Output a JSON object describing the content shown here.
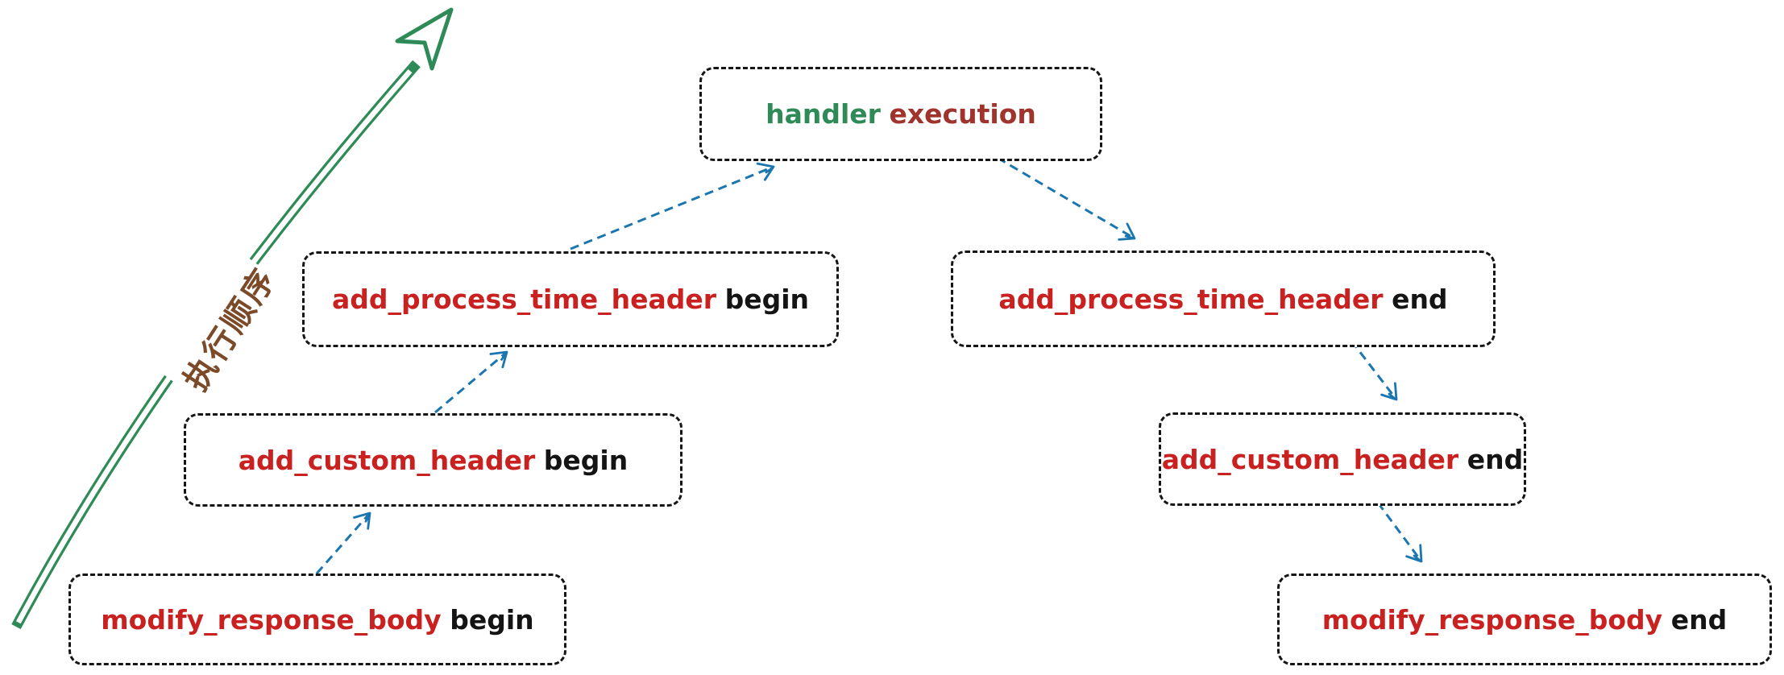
{
  "diagram": {
    "order_label": "执行顺序",
    "nodes": [
      {
        "id": "handler-execution",
        "main": "handler",
        "suffix": "execution"
      },
      {
        "id": "add-process-time-header-begin",
        "main": "add_process_time_header",
        "suffix": "begin"
      },
      {
        "id": "add-custom-header-begin",
        "main": "add_custom_header",
        "suffix": "begin"
      },
      {
        "id": "modify-response-body-begin",
        "main": "modify_response_body",
        "suffix": "begin"
      },
      {
        "id": "add-process-time-header-end",
        "main": "add_process_time_header",
        "suffix": "end"
      },
      {
        "id": "add-custom-header-end",
        "main": "add_custom_header",
        "suffix": "end"
      },
      {
        "id": "modify-response-body-end",
        "main": "modify_response_body",
        "suffix": "end"
      }
    ],
    "colors": {
      "function_name_red": "#c92020",
      "suffix_black": "#141414",
      "handler_green": "#2e8b57",
      "execution_dark_red": "#a0332b",
      "connector_blue": "#1b76b0",
      "order_arrow_green": "#2e8b57",
      "order_label_brown": "#7b4a28",
      "box_border_black": "#151515"
    }
  }
}
